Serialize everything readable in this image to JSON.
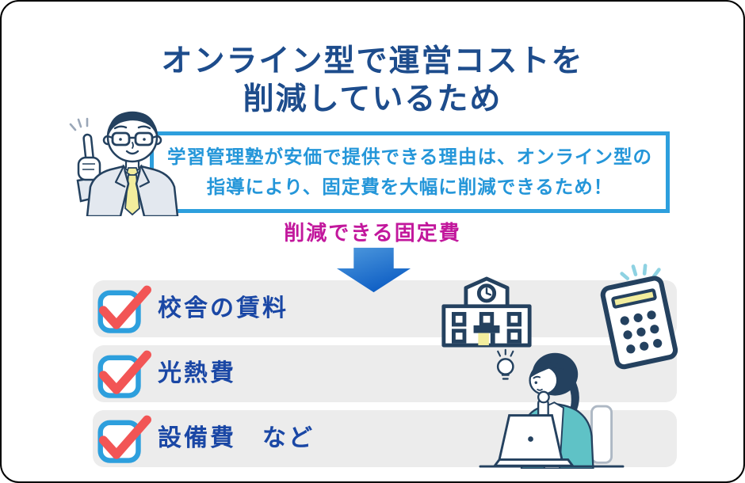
{
  "title": {
    "line1": "オンライン型で運営コストを",
    "line2": "削減しているため"
  },
  "callout": {
    "line1": "学習管理塾が安価で提供できる理由は、オンライン型の",
    "line2": "指導により、固定費を大幅に削減できるため！"
  },
  "subheading": "削減できる固定費",
  "checklist": [
    {
      "label": "校舎の賃料"
    },
    {
      "label": "光熱費"
    },
    {
      "label": "設備費　など"
    }
  ],
  "icons": {
    "down_arrow": "down-arrow-icon",
    "checkbox": "checked-checkbox-icon",
    "school": "school-building-icon",
    "calculator": "calculator-icon",
    "lightbulb": "lightbulb-icon",
    "teacher": "teacher-pointing-illustration",
    "student": "woman-at-laptop-illustration"
  },
  "colors": {
    "navy-title": "#1d4c8c",
    "blue-accent": "#2d9fdd",
    "blue-text": "#2496d9",
    "list-blue": "#1a47a5",
    "magenta": "#c2179c",
    "red": "#f25555",
    "row-gray": "#ececec",
    "outline": "#24415f",
    "teal": "#5fc2c6",
    "yellow": "#f2ed9d",
    "suit": "#e3e8ef",
    "arrow-top": "#4f9ade",
    "arrow-bottom": "#0e5ec4",
    "sparkle-blue": "#8ed2e2"
  }
}
